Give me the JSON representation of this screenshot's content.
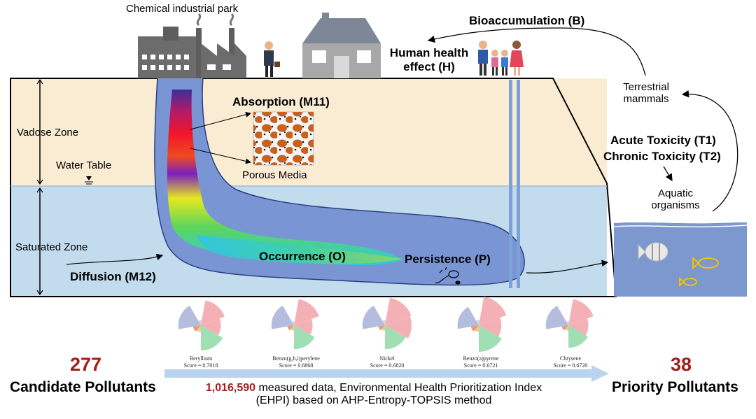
{
  "header": {
    "industrial_park": "Chemical industrial park",
    "bioaccumulation": "Bioaccumulation (B)",
    "human_health": "Human health",
    "human_health_2": "effect (H)"
  },
  "zones": {
    "vadose": "Vadose Zone",
    "water_table": "Water Table",
    "saturated": "Saturated Zone"
  },
  "processes": {
    "absorption": "Absorption (M11)",
    "porous_media": "Porous Media",
    "occurrence": "Occurrence (O)",
    "persistence": "Persistence (P)",
    "diffusion": "Diffusion (M12)"
  },
  "ecology": {
    "terrestrial": "Terrestrial",
    "terrestrial_2": "mammals",
    "acute": "Acute Toxicity (T1)",
    "chronic": "Chronic Toxicity (T2)",
    "aquatic": "Aquatic",
    "aquatic_2": "organisms"
  },
  "summary": {
    "candidate_count": "277",
    "candidate_label": "Candidate Pollutants",
    "priority_count": "38",
    "priority_label": "Priority Pollutants",
    "measured_count": "1,016,590",
    "measured_text": " measured data, Environmental Health Prioritization Index",
    "method_text": "(EHPI) based on AHP-Entropy-TOPSIS method"
  },
  "pollutants": [
    {
      "name": "Beryllium",
      "score": "Score = 0.7018"
    },
    {
      "name": "Benzo(g,h,i)perylene",
      "score": "Score = 0.6868"
    },
    {
      "name": "Nickel",
      "score": "Score = 0.6820"
    },
    {
      "name": "Benzo(a)pyrene",
      "score": "Score = 0.6721"
    },
    {
      "name": "Chrysene",
      "score": "Score = 0.6720"
    }
  ],
  "colors": {
    "vadose": "#f9ecd3",
    "saturated": "#c2dcee",
    "plume": "#7a95d3",
    "accent_red": "#a41d1d",
    "arrow_blue": "#b9d4ec"
  }
}
